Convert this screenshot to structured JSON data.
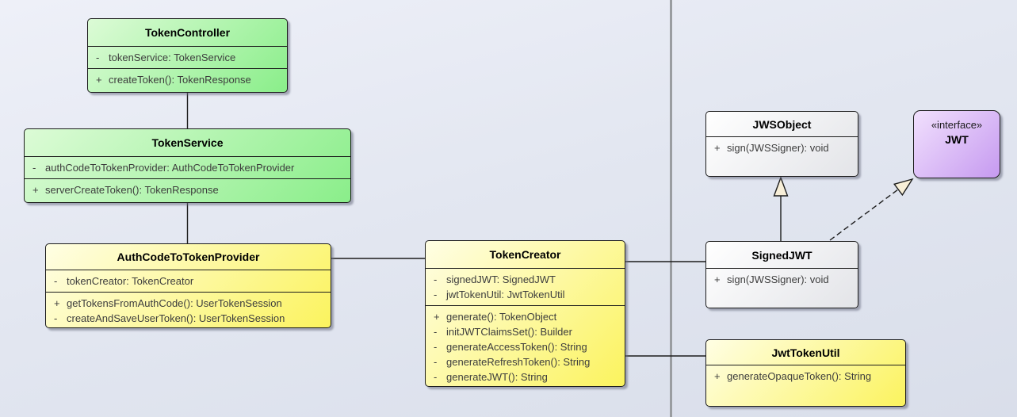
{
  "colors": {
    "green_light": "#dcfbd6",
    "green": "#8aee8a",
    "yellow_light": "#fffee4",
    "yellow": "#fbf35e",
    "gray_light": "#ffffff",
    "gray": "#e3e4e8",
    "purple_light": "#f1e0fd",
    "purple": "#c69af0",
    "arrow_fill": "#f8efd8",
    "divider": "#9a9da1"
  },
  "classes": {
    "token_controller": {
      "title": "TokenController",
      "attributes": [
        {
          "vis": "-",
          "text": "tokenService: TokenService"
        }
      ],
      "methods": [
        {
          "vis": "+",
          "text": "createToken(): TokenResponse"
        }
      ]
    },
    "token_service": {
      "title": "TokenService",
      "attributes": [
        {
          "vis": "-",
          "text": "authCodeToTokenProvider: AuthCodeToTokenProvider"
        }
      ],
      "methods": [
        {
          "vis": "+",
          "text": "serverCreateToken(): TokenResponse"
        }
      ]
    },
    "auth_code_to_token_provider": {
      "title": "AuthCodeToTokenProvider",
      "attributes": [
        {
          "vis": "-",
          "text": "tokenCreator: TokenCreator"
        }
      ],
      "methods": [
        {
          "vis": "+",
          "text": "getTokensFromAuthCode(): UserTokenSession"
        },
        {
          "vis": "-",
          "text": "createAndSaveUserToken(): UserTokenSession"
        }
      ]
    },
    "token_creator": {
      "title": "TokenCreator",
      "attributes": [
        {
          "vis": "-",
          "text": "signedJWT: SignedJWT"
        },
        {
          "vis": "-",
          "text": "jwtTokenUtil: JwtTokenUtil"
        }
      ],
      "methods": [
        {
          "vis": "+",
          "text": "generate(): TokenObject"
        },
        {
          "vis": "-",
          "text": "initJWTClaimsSet(): Builder"
        },
        {
          "vis": "-",
          "text": "generateAccessToken(): String"
        },
        {
          "vis": "-",
          "text": "generateRefreshToken(): String"
        },
        {
          "vis": "-",
          "text": "generateJWT(): String"
        }
      ]
    },
    "jws_object": {
      "title": "JWSObject",
      "methods": [
        {
          "vis": "+",
          "text": "sign(JWSSigner): void"
        }
      ]
    },
    "signed_jwt": {
      "title": "SignedJWT",
      "methods": [
        {
          "vis": "+",
          "text": "sign(JWSSigner): void"
        }
      ]
    },
    "jwt_token_util": {
      "title": "JwtTokenUtil",
      "methods": [
        {
          "vis": "+",
          "text": "generateOpaqueToken(): String"
        }
      ]
    },
    "jwt_interface": {
      "stereotype": "«interface»",
      "title": "JWT"
    }
  },
  "relations": [
    {
      "from": "TokenController",
      "to": "TokenService",
      "type": "association"
    },
    {
      "from": "TokenService",
      "to": "AuthCodeToTokenProvider",
      "type": "association"
    },
    {
      "from": "AuthCodeToTokenProvider",
      "to": "TokenCreator",
      "type": "association"
    },
    {
      "from": "TokenCreator",
      "to": "SignedJWT",
      "type": "association"
    },
    {
      "from": "TokenCreator",
      "to": "JwtTokenUtil",
      "type": "association"
    },
    {
      "from": "SignedJWT",
      "to": "JWSObject",
      "type": "generalization"
    },
    {
      "from": "SignedJWT",
      "to": "JWT",
      "type": "realization"
    }
  ]
}
